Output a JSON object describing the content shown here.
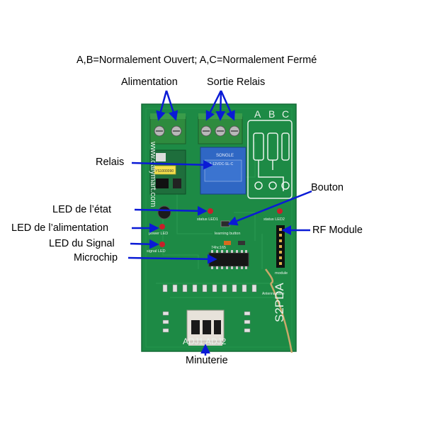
{
  "header": {
    "contact_note": "A,B=Normalement Ouvert; A,C=Normalement Fermé"
  },
  "callouts": {
    "power": "Alimentation",
    "relay_output": "Sortie Relais",
    "relay": "Relais",
    "button": "Bouton",
    "status_led": "LED  de l’état",
    "power_led": "LED de l’alimentation",
    "rf_module": "RF Module",
    "signal_led": "LED du Signal",
    "microchip": "Microchip",
    "timer": "Minuterie"
  },
  "board": {
    "model": "S2PDA",
    "website": "www.dalymart.com",
    "terminal_letters": [
      "A",
      "B",
      "C"
    ],
    "adj_label": "ADJ1   ADJ2",
    "relay_brand": "SONGLE",
    "relay_model": "SLA-12VDC-SL-C",
    "silk": {
      "status_led1": "status LED1",
      "status_led2": "status LED2",
      "learning_button": "learning button",
      "power_led": "power LED",
      "signal_led": "signal LED",
      "chip": "74hc165",
      "module": "module",
      "antenna": "Antenna Base",
      "cap": "YS1000090"
    }
  },
  "colors": {
    "pcb": "#1d8a45",
    "pcb_dark": "#14703a",
    "terminal": "#2e8b3e",
    "relay": "#2f67c4",
    "arrow": "#0a1ad6"
  }
}
